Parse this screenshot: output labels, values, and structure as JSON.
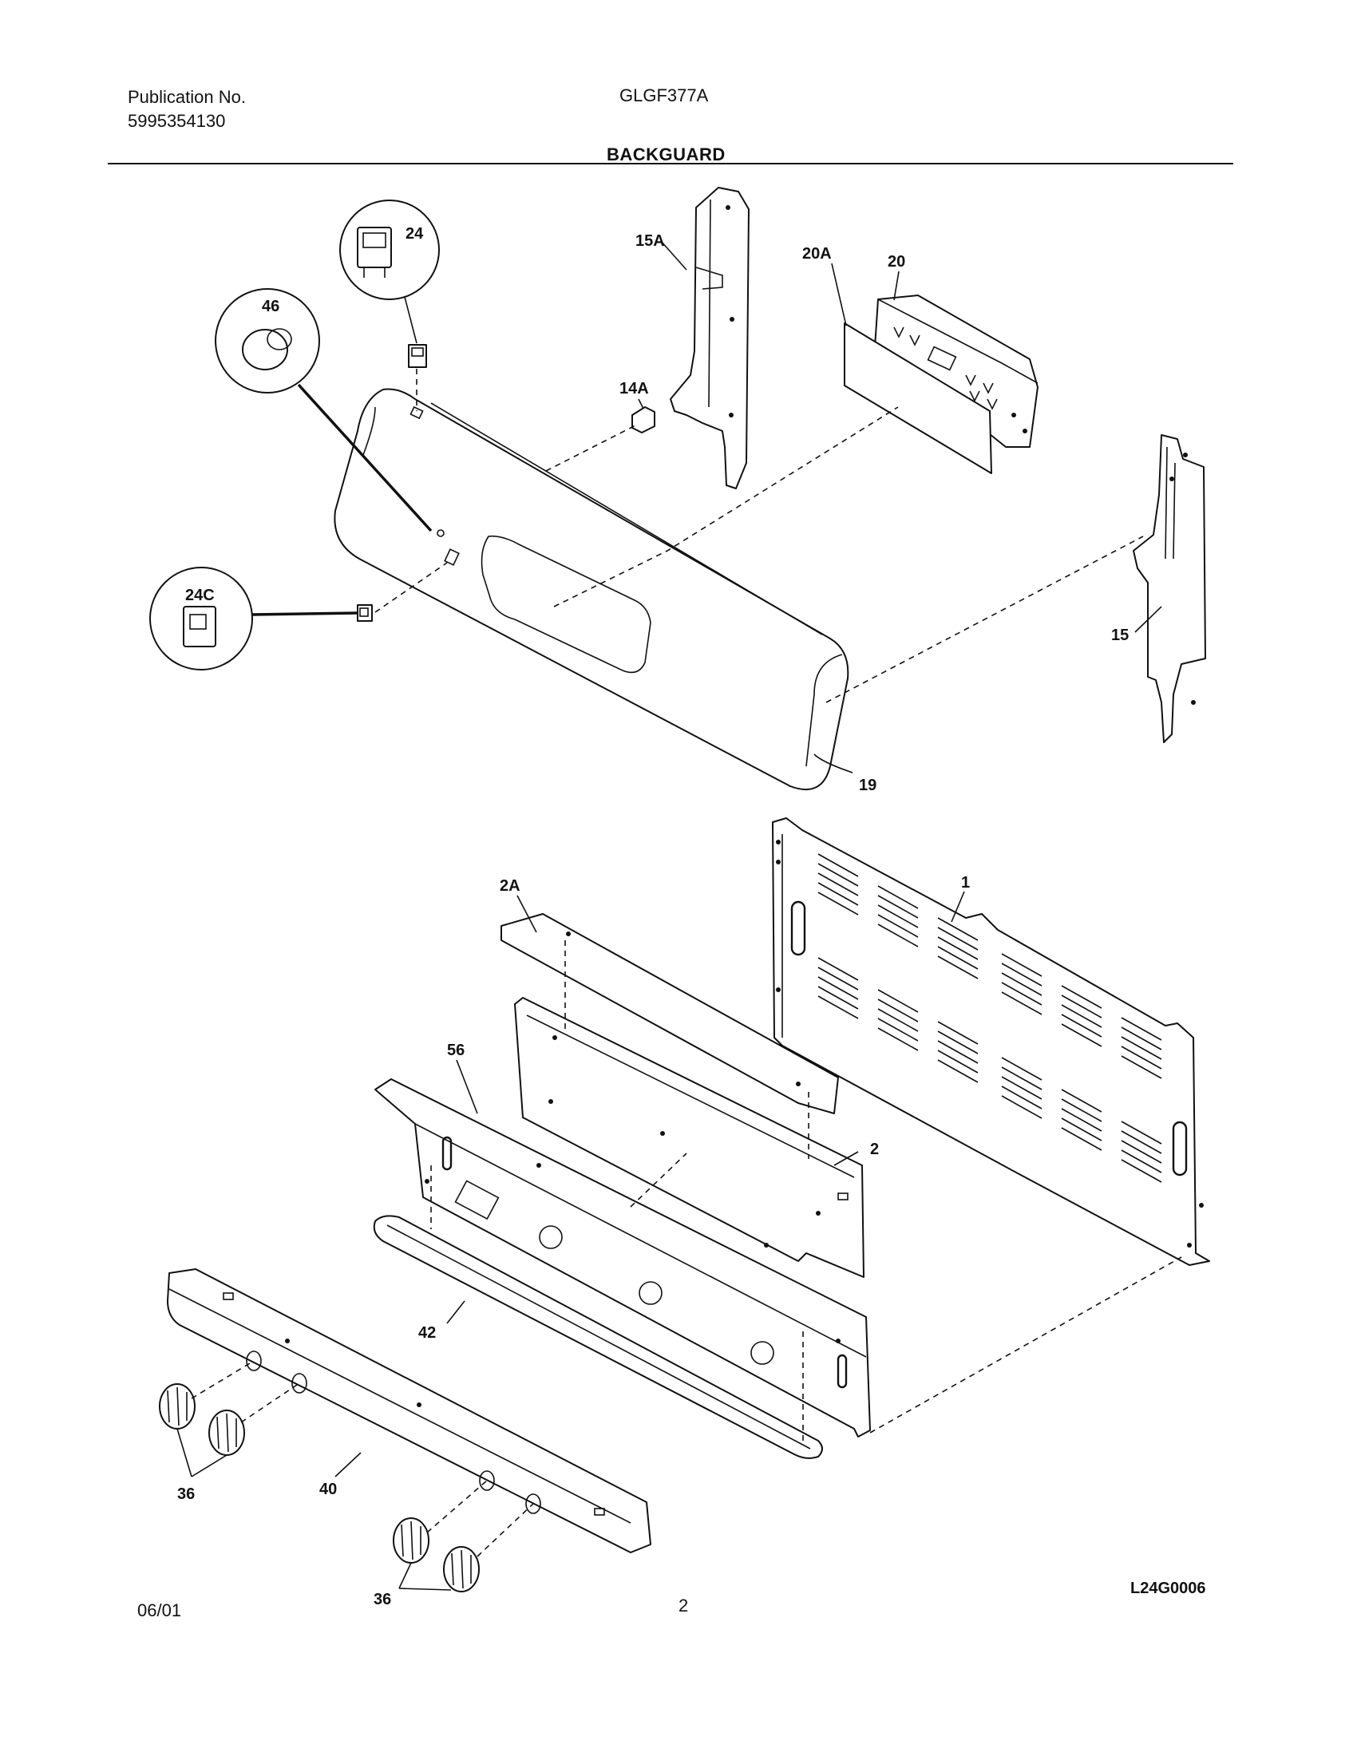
{
  "header": {
    "publication_label": "Publication No.",
    "publication_number": "5995354130",
    "model": "GLGF377A",
    "section_title": "BACKGUARD"
  },
  "footer": {
    "date": "06/01",
    "page_number": "2"
  },
  "drawing_code": "L24G0006",
  "callouts": {
    "c1": "1",
    "c2": "2",
    "c2A": "2A",
    "c14A": "14A",
    "c15": "15",
    "c15A": "15A",
    "c19": "19",
    "c20": "20",
    "c20A": "20A",
    "c24": "24",
    "c24C": "24C",
    "c36a": "36",
    "c36b": "36",
    "c40": "40",
    "c42": "42",
    "c46": "46",
    "c56": "56"
  }
}
